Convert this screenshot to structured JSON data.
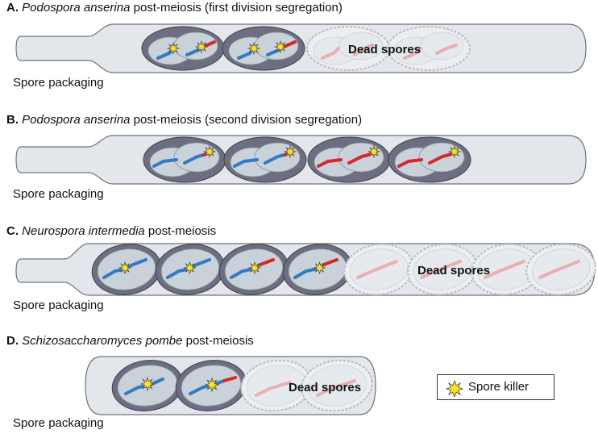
{
  "panels": [
    {
      "id": "A",
      "letter": "A.",
      "species": "Podospora anserina",
      "suffix": "post-meiosis (first division segregation)",
      "caption": "Spore packaging",
      "dead_label": "Dead spores"
    },
    {
      "id": "B",
      "letter": "B.",
      "species": "Podospora anserina",
      "suffix": "post-meiosis (second division segregation)",
      "caption": "Spore packaging"
    },
    {
      "id": "C",
      "letter": "C.",
      "species": "Neurospora intermedia",
      "suffix": "post-meiosis",
      "caption": "Spore packaging",
      "dead_label": "Dead spores"
    },
    {
      "id": "D",
      "letter": "D.",
      "species": "Schizosaccharomyces pombe",
      "suffix": "post-meiosis",
      "caption": "Spore packaging",
      "dead_label": "Dead spores"
    }
  ],
  "legend": {
    "label": "Spore killer",
    "icon": "starburst-icon"
  },
  "colors": {
    "ascus_fill": "#e3e6ea",
    "ascus_stroke": "#6f737a",
    "spore_outer": "#6d6f80",
    "spore_inner": "#c9d1d9",
    "blue_chromosome": "#2f7bc4",
    "red_chromosome": "#d42a2a",
    "killer_yellow": "#ffe21a",
    "dead_fill": "#eceef1",
    "dead_stroke": "#b9bcc2"
  }
}
